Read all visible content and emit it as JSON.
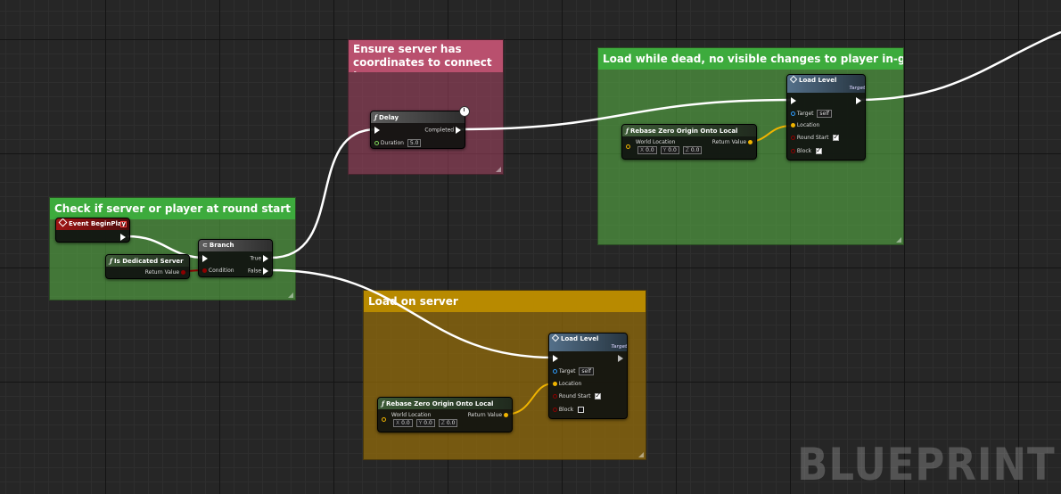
{
  "comments": {
    "ensure": "Ensure server has coordinates to connect to",
    "load_dead": "Load while dead, no visible changes to player in-game",
    "check": "Check if server or player at round start",
    "load_server": "Load on server"
  },
  "nodes": {
    "delay": {
      "title": "Delay",
      "completed": "Completed",
      "duration_label": "Duration",
      "duration": "5.0"
    },
    "event_begin": {
      "title": "Event BeginPlay"
    },
    "is_dedicated": {
      "title": "Is Dedicated Server",
      "return_value": "Return Value"
    },
    "branch": {
      "title": "Branch",
      "condition": "Condition",
      "true_label": "True",
      "false_label": "False"
    },
    "rebase_top": {
      "title": "Rebase Zero Origin Onto Local",
      "world_location": "World Location",
      "return_value": "Return Value",
      "x": "0.0",
      "y": "0.0",
      "z": "0.0"
    },
    "load_top": {
      "title": "Load Level",
      "subtitle": "Target is Multi Stream",
      "target": "Target",
      "target_value": "self",
      "location": "Location",
      "round_start": "Round Start",
      "block": "Block"
    },
    "rebase_bottom": {
      "title": "Rebase Zero Origin Onto Local",
      "world_location": "World Location",
      "return_value": "Return Value",
      "x": "0.0",
      "y": "0.0",
      "z": "0.0"
    },
    "load_bottom": {
      "title": "Load Level",
      "subtitle": "Target is Multi Stream",
      "target": "Target",
      "target_value": "self",
      "location": "Location",
      "round_start": "Round Start",
      "block": "Block"
    }
  },
  "axis_letters": {
    "x": "X",
    "y": "Y",
    "z": "Z"
  },
  "watermark": "BLUEPRINT",
  "colors": {
    "exec_wire": "#ffffff",
    "vector_wire": "#f0b400",
    "bool_pin": "#8c0000",
    "vector_pin": "#f0b400",
    "object_pin": "#2e9cff"
  }
}
